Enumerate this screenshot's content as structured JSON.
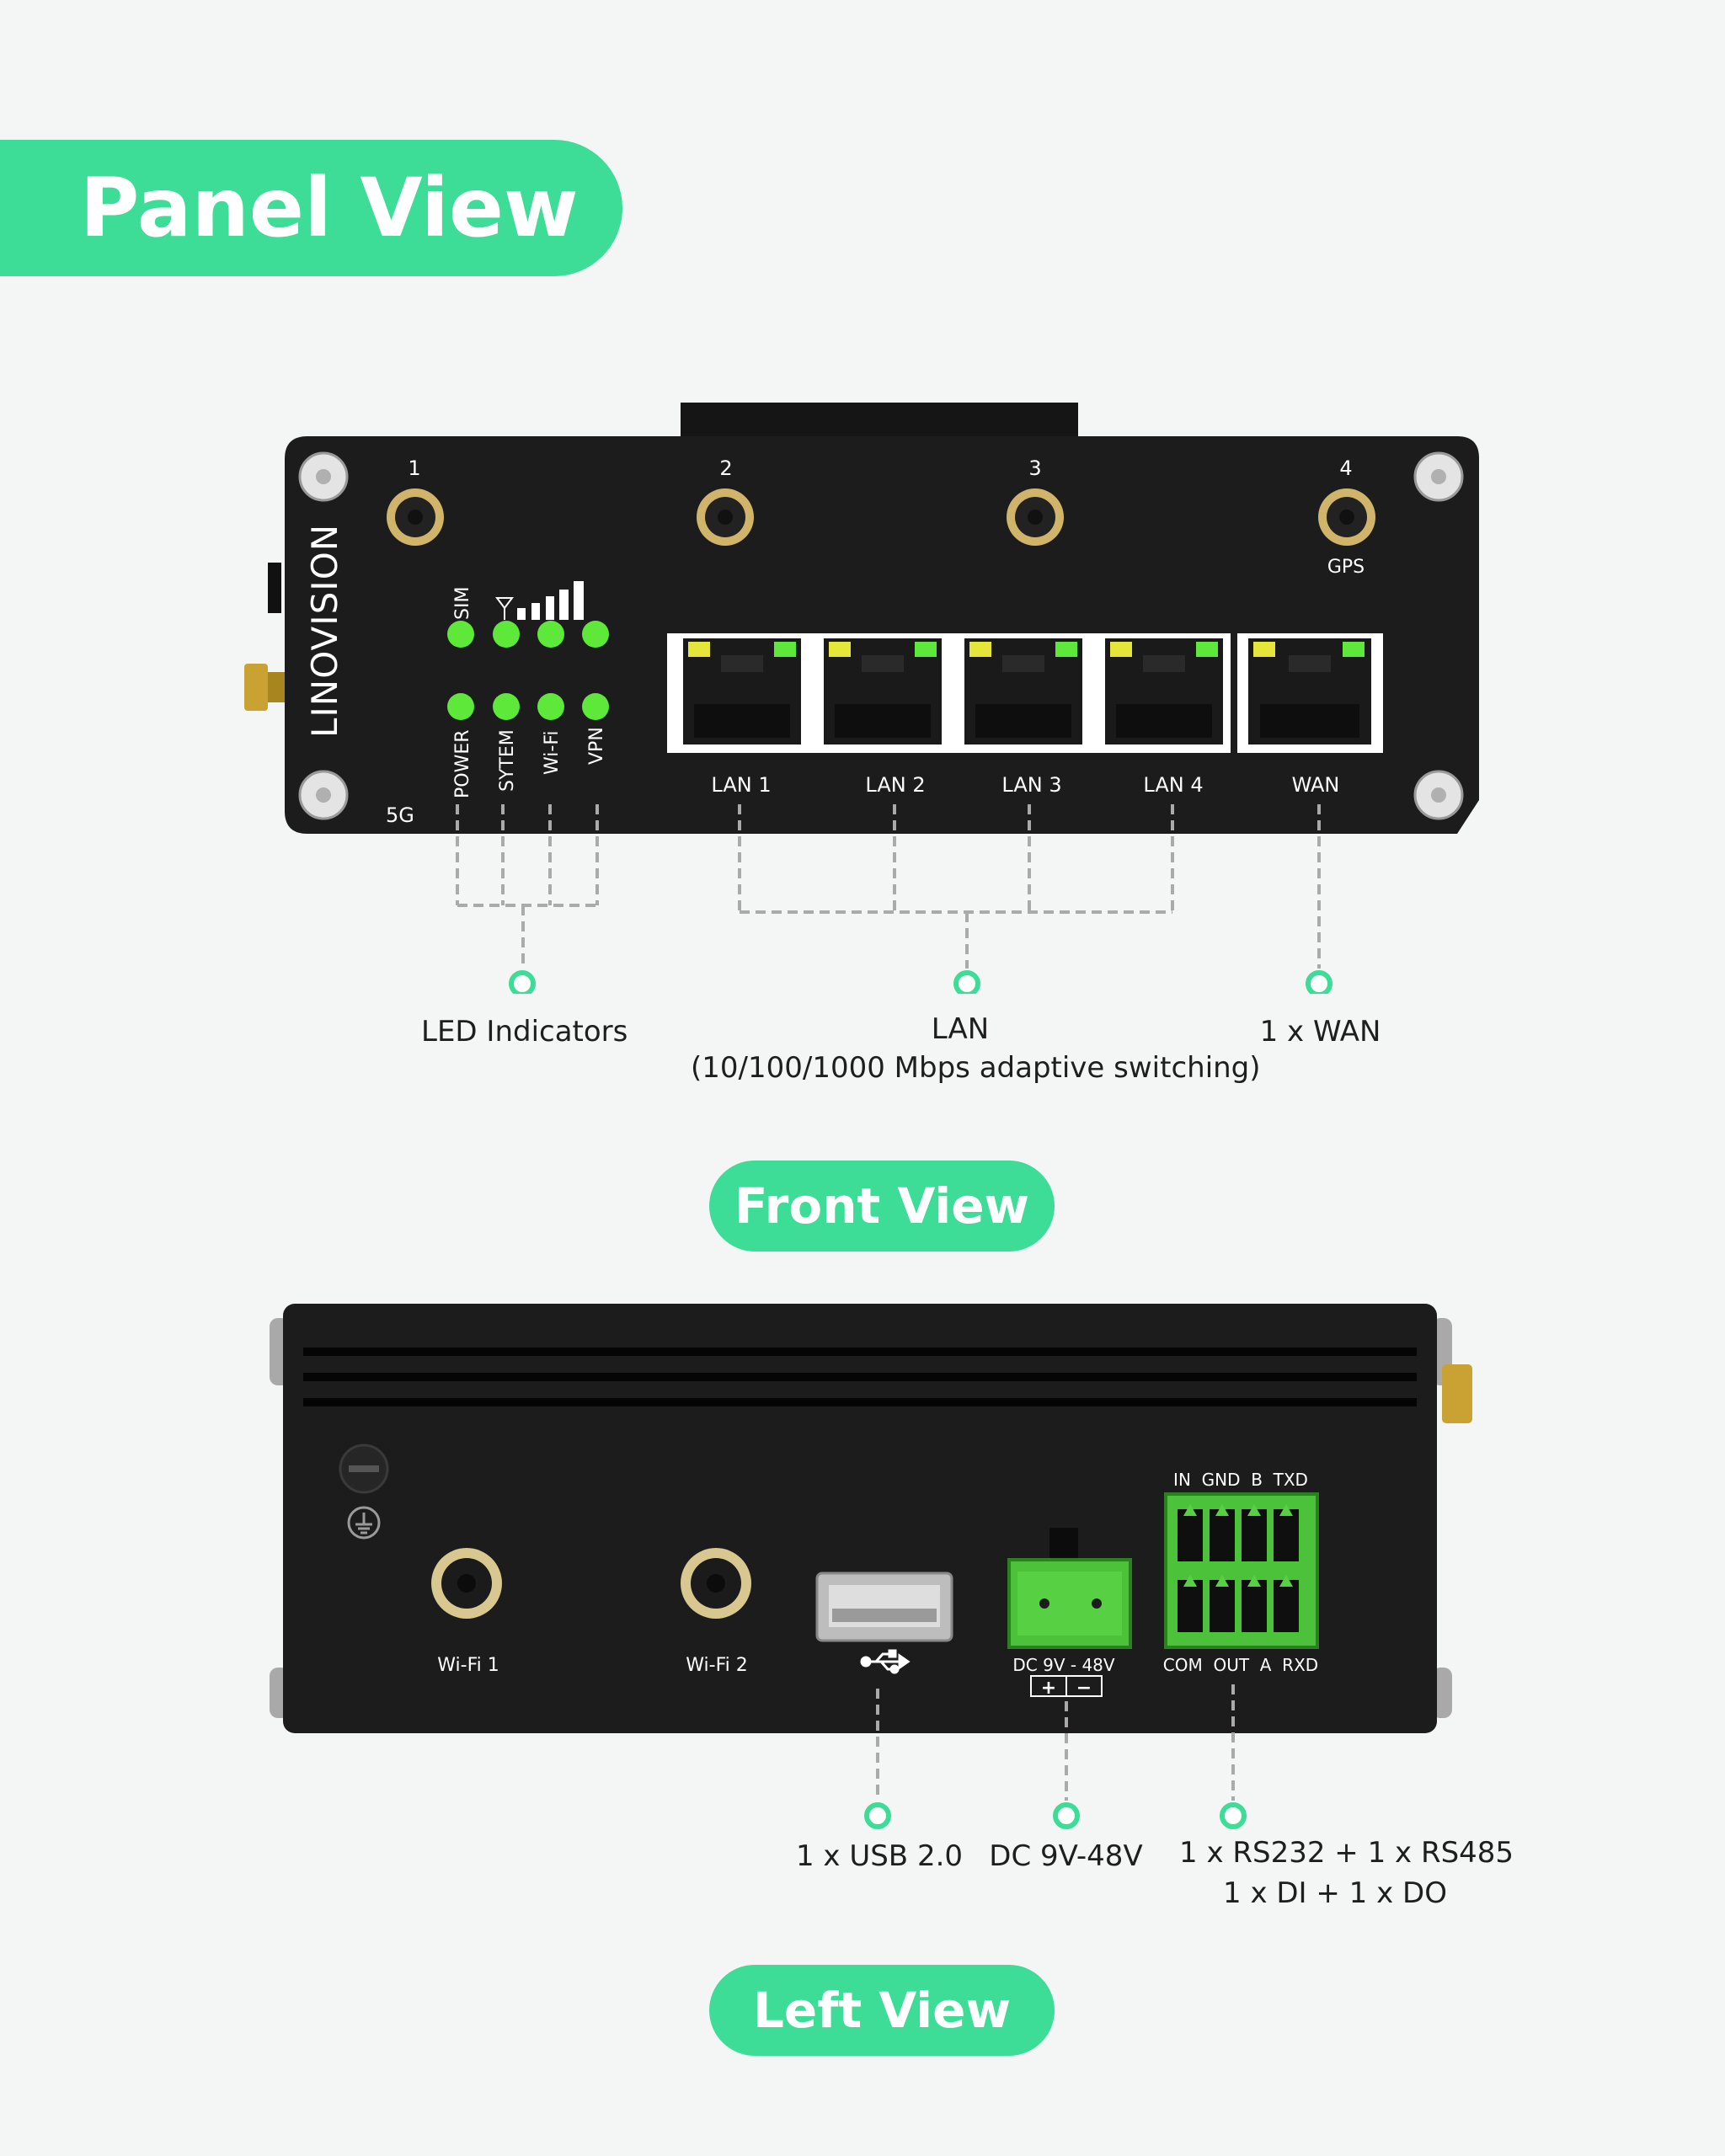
{
  "titles": {
    "panel_view": "Panel View",
    "front_view": "Front View",
    "left_view": "Left View"
  },
  "front_panel": {
    "brand": "LINOVISION",
    "antenna_ports": [
      "1",
      "2",
      "3",
      "4"
    ],
    "gps_label": "GPS",
    "led_top_labels": [
      "SIM"
    ],
    "led_bottom_labels": [
      "POWER",
      "SYTEM",
      "Wi-Fi",
      "VPN"
    ],
    "network_badge": "5G",
    "port_labels": [
      "LAN 1",
      "LAN 2",
      "LAN 3",
      "LAN 4",
      "WAN"
    ]
  },
  "front_callouts": {
    "led": "LED Indicators",
    "lan_line1": "LAN",
    "lan_line2": "(10/100/1000 Mbps adaptive switching)",
    "wan": "1 x WAN"
  },
  "left_panel": {
    "wifi1": "Wi-Fi 1",
    "wifi2": "Wi-Fi 2",
    "dc_label": "DC 9V - 48V",
    "polarity_plus": "+",
    "polarity_minus": "−",
    "terminal_top": "IN  GND  B  TXD",
    "terminal_bottom": "COM  OUT  A  RXD"
  },
  "left_callouts": {
    "usb": "1 x USB 2.0",
    "dc": "DC 9V-48V",
    "serial_line1": "1 x RS232 + 1 x RS485",
    "serial_line2": "1 x DI + 1 x DO"
  },
  "colors": {
    "accent": "#3ddc97",
    "led": "#5de83a",
    "device": "#1c1c1c",
    "terminal": "#4cc23a"
  }
}
